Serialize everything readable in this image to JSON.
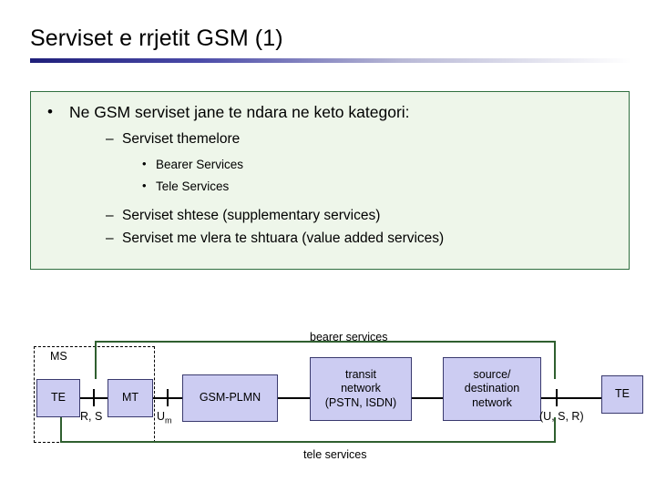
{
  "slide": {
    "title": "Serviset e rrjetit GSM (1)",
    "body": {
      "level1": "Ne GSM serviset jane te ndara ne keto kategori:",
      "level1_bullet": "•",
      "items": [
        {
          "dash": "–",
          "text": "Serviset themelore"
        },
        {
          "dash": "–",
          "text": "Serviset shtese (supplementary services)"
        },
        {
          "dash": "–",
          "text": "Serviset me vlera te shtuara (value added services)"
        }
      ],
      "subitems": [
        {
          "bullet": "•",
          "text": "Bearer Services"
        },
        {
          "bullet": "•",
          "text": "Tele Services"
        }
      ]
    },
    "diagram": {
      "labels": {
        "bearer_services": "bearer services",
        "tele_services": "tele services",
        "ms": "MS",
        "rs": "R, S",
        "um_prefix": "U",
        "um_sub": "m",
        "usr": "(U, S, R)"
      },
      "boxes": [
        {
          "name": "te-left",
          "text": "TE"
        },
        {
          "name": "mt",
          "text": "MT"
        },
        {
          "name": "gsm-plmn",
          "text": "GSM-PLMN"
        },
        {
          "name": "transit-network",
          "text": "transit\nnetwork\n(PSTN, ISDN)"
        },
        {
          "name": "source-destination-network",
          "text": "source/\ndestination\nnetwork"
        },
        {
          "name": "te-right",
          "text": "TE"
        }
      ]
    }
  },
  "colors": {
    "title_rule_start": "#1f1f7a",
    "body_border": "#2f6f3f",
    "body_fill": "#eef6ea",
    "box_fill": "#ccccf2",
    "box_border": "#3a3a6e",
    "connector": "#2f5f2f"
  }
}
